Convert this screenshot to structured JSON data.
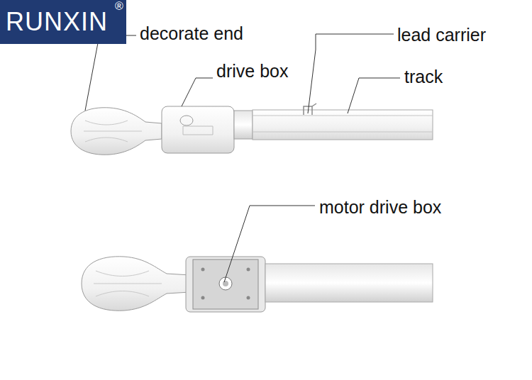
{
  "diagram": {
    "nodes": [
      {
        "text": [
          "RUNXIN"
        ]
      }
    ],
    "labels": [
      "®",
      "decorate end",
      "drive box",
      "lead carrier",
      "track",
      "motor drive box"
    ]
  }
}
